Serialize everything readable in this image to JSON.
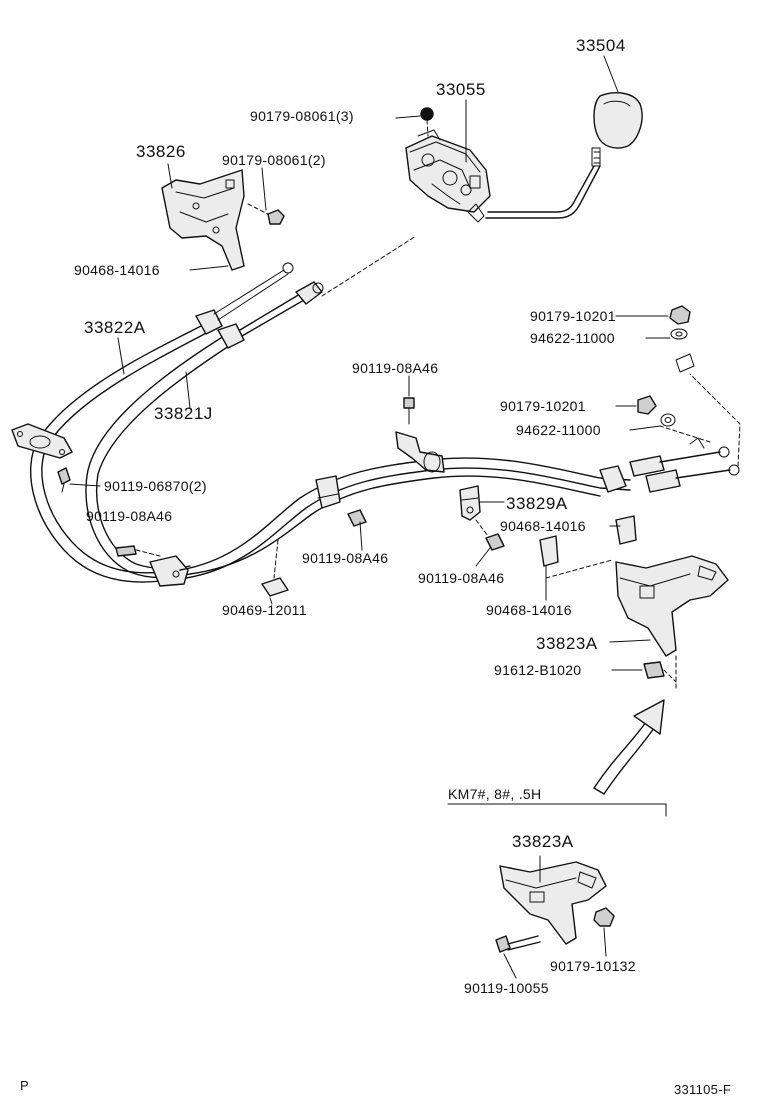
{
  "labels": {
    "p33504": "33504",
    "p33055": "33055",
    "p90179_08061_3": "90179-08061(3)",
    "p33826": "33826",
    "p90179_08061_2": "90179-08061(2)",
    "p90468_14016_a": "90468-14016",
    "p33822a": "33822A",
    "p33821j": "33821J",
    "p90179_10201_a": "90179-10201",
    "p94622_11000_a": "94622-11000",
    "p90119_08a46_a": "90119-08A46",
    "p90179_10201_b": "90179-10201",
    "p94622_11000_b": "94622-11000",
    "p90119_06870_2": "90119-06870(2)",
    "p90119_08a46_b": "90119-08A46",
    "p33829a": "33829A",
    "p90468_14016_b": "90468-14016",
    "p90119_08a46_c": "90119-08A46",
    "p90119_08a46_d": "90119-08A46",
    "p90469_12011": "90469-12011",
    "p90468_14016_c": "90468-14016",
    "p33823a_a": "33823A",
    "p91612_b1020": "91612-B1020",
    "note_km7": "KM7#, 8#, .5H",
    "p33823a_b": "33823A",
    "p90179_10132": "90179-10132",
    "p90119_10055": "90119-10055"
  },
  "corner": {
    "left": "P",
    "right": "331105-F"
  }
}
